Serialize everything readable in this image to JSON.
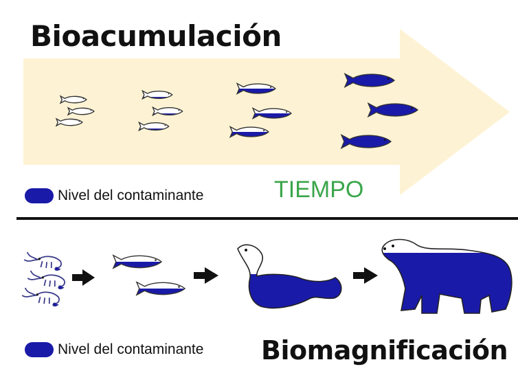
{
  "top_title": "Bioacumulación",
  "bottom_title": "Biomagnificación",
  "time_label": "TIEMPO",
  "legend_top": "Nivel del contaminante",
  "legend_bottom": "Nivel del contaminante",
  "colors": {
    "contaminant": "#1a1aa8",
    "arrow_fill": "#fdf3d4",
    "time_label": "#3aa64a"
  },
  "bioaccumulation_stages": [
    {
      "fish": 3,
      "contaminant_level": 0.1
    },
    {
      "fish": 3,
      "contaminant_level": 0.25
    },
    {
      "fish": 3,
      "contaminant_level": 0.5
    },
    {
      "fish": 3,
      "contaminant_level": 0.95
    }
  ],
  "food_chain": [
    {
      "organism": "shrimp-icon",
      "contaminant_level": 0.1
    },
    {
      "organism": "fish-icon",
      "contaminant_level": 0.5
    },
    {
      "organism": "seal-icon",
      "contaminant_level": 0.7
    },
    {
      "organism": "polar-bear-icon",
      "contaminant_level": 0.9
    }
  ]
}
